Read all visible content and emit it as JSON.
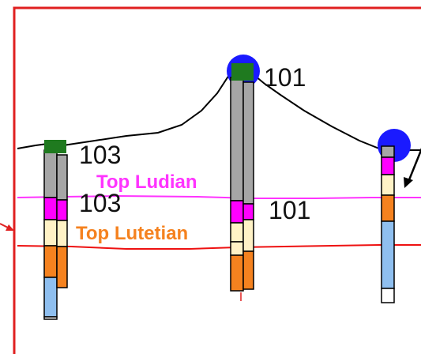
{
  "colors": {
    "frame": "#e02020",
    "topography": "#000000",
    "ludian_line": "#ff33ff",
    "lutetian_line": "#ee1111",
    "well_marker_square": "#1f7a1f",
    "well_marker_circle": "#1a1aff",
    "gray": "#a6a6a6",
    "magenta": "#ff00ff",
    "beige": "#fff2c6",
    "orange": "#f5821f",
    "light_blue": "#8fbfef",
    "white": "#ffffff"
  },
  "horizons": {
    "ludian": {
      "label": "Top Ludian",
      "color": "#ff33ff"
    },
    "lutetian": {
      "label": "Top Lutetian",
      "color": "#f5821f"
    }
  },
  "wells": {
    "w103": {
      "label_top": "103",
      "label_mid": "103",
      "marker": "square"
    },
    "w101": {
      "label_top": "101",
      "label_mid": "101",
      "marker": "square-on-circle"
    },
    "w_right": {
      "marker": "circle"
    }
  },
  "legend_icons": [
    "arrow-icon-left",
    "arrow-icon-right"
  ]
}
